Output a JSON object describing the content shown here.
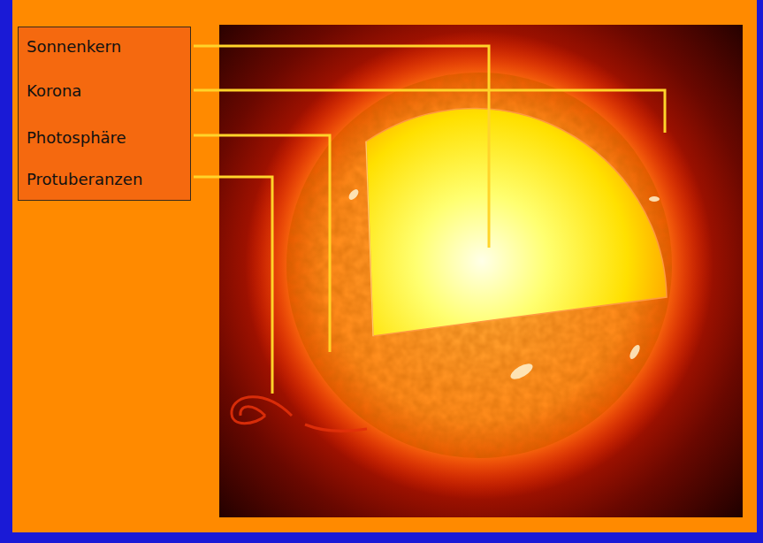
{
  "diagram": {
    "nodes": [
      {
        "text": [
          "Sonnenkern",
          "Korona",
          "Photosphäre",
          "Protuberanzen"
        ]
      }
    ]
  }
}
